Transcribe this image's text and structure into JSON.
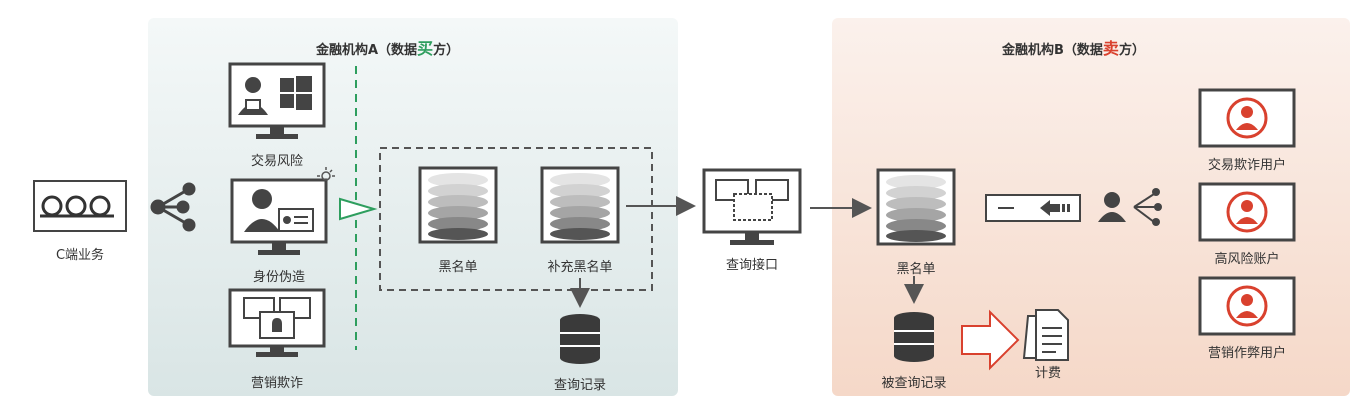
{
  "zone_a": {
    "title_prefix": "金融机构A（数据",
    "title_highlight": "买",
    "title_suffix": "方）"
  },
  "zone_b": {
    "title_prefix": "金融机构B（数据",
    "title_highlight": "卖",
    "title_suffix": "方）"
  },
  "labels": {
    "c_business": "C端业务",
    "trade_risk": "交易风险",
    "identity_forgery": "身份伪造",
    "marketing_fraud": "营销欺诈",
    "blacklist_a": "黑名单",
    "supplement_blacklist": "补充黑名单",
    "query_record": "查询记录",
    "query_interface": "查询接口",
    "blacklist_b": "黑名单",
    "queried_record": "被查询记录",
    "billing": "计费",
    "fraud_trade_user": "交易欺诈用户",
    "high_risk_account": "高风险账户",
    "marketing_cheat_user": "营销作弊用户"
  },
  "colors": {
    "buy_green": "#2e9e5e",
    "sell_red": "#d9412e",
    "icon_dark": "#3a3a3a"
  }
}
